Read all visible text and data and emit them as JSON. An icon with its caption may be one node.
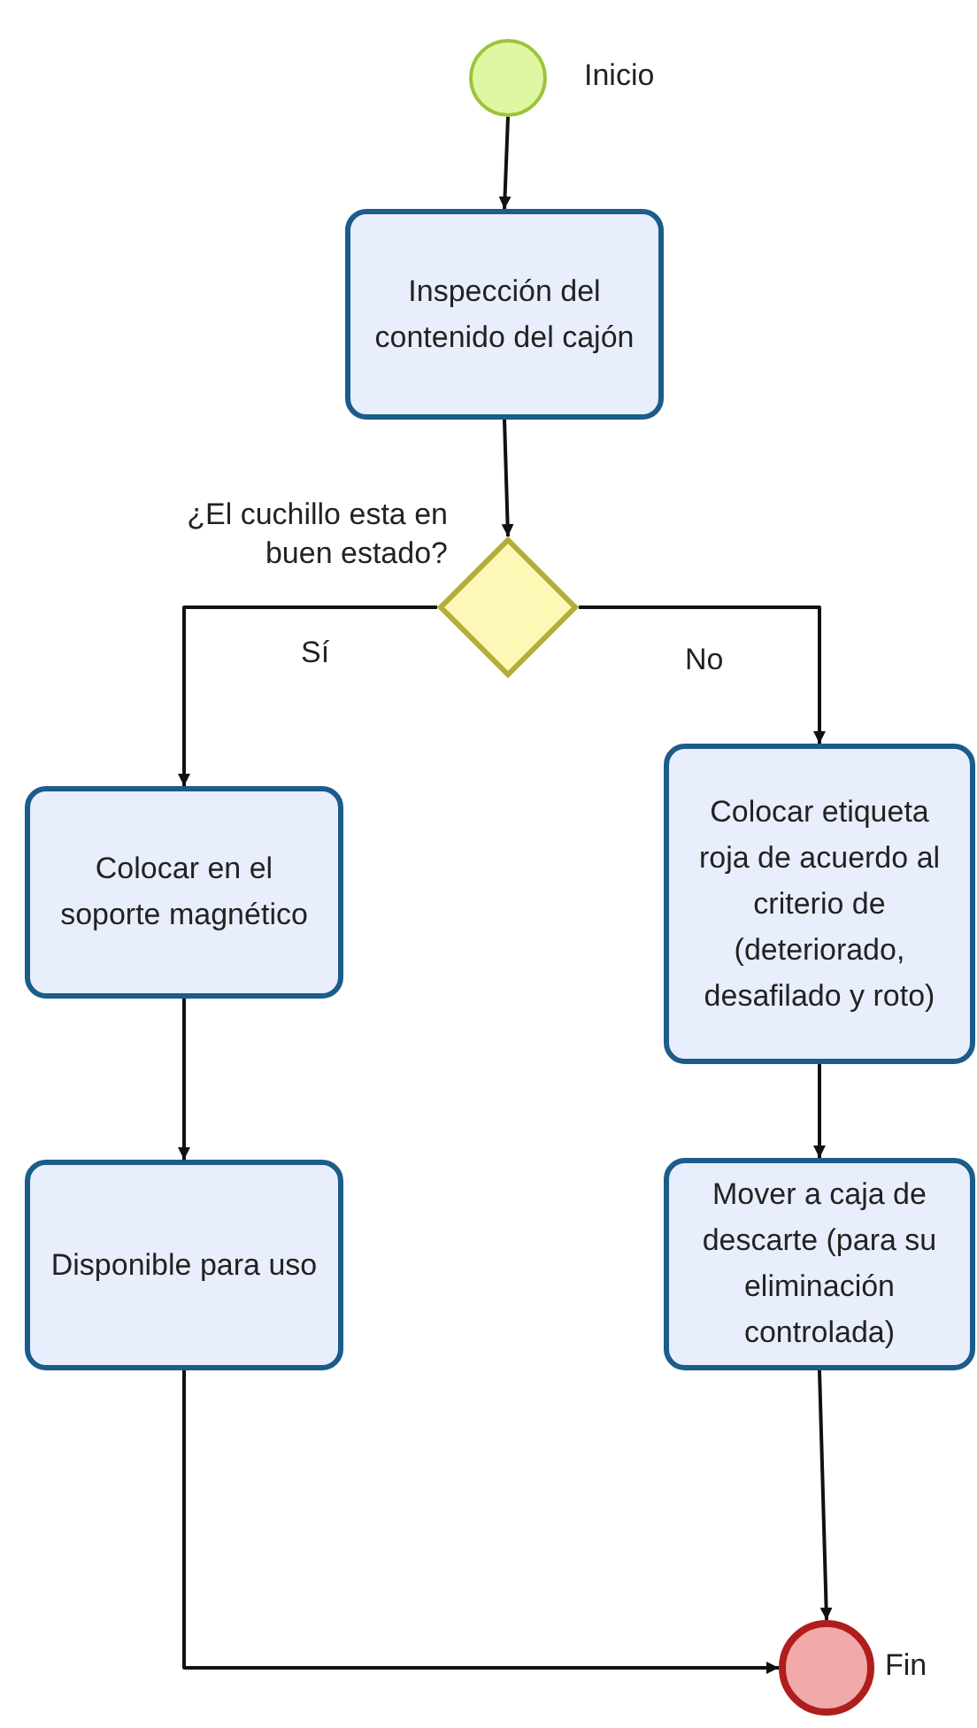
{
  "diagram": {
    "nodes": [
      {
        "text": [],
        "shape": "circle",
        "beside": [
          "Inicio"
        ]
      },
      {
        "text": [
          "Inspección del contenido del cajón"
        ]
      },
      {
        "text": [],
        "shape": "diamond",
        "beside": [
          "¿El cuchillo esta en buen estado?"
        ]
      },
      {
        "text": [
          "Colocar en el soporte magnético"
        ]
      },
      {
        "text": [
          "Colocar etiqueta roja de acuerdo al criterio de (deteriorado, desafilado y roto)"
        ]
      },
      {
        "text": [
          "Disponible para uso"
        ]
      },
      {
        "text": [
          "Mover a caja de descarte (para su eliminación controlada)"
        ]
      },
      {
        "text": [],
        "shape": "circle",
        "beside": [
          "Fin"
        ]
      }
    ],
    "edges": [
      {
        "from": 0,
        "to": 1,
        "arrow": "to"
      },
      {
        "from": 1,
        "to": 2,
        "arrow": "to"
      },
      {
        "from": 2,
        "to": 3,
        "arrow": "to",
        "label": "Sí"
      },
      {
        "from": 2,
        "to": 4,
        "arrow": "to",
        "label": "No"
      },
      {
        "from": 3,
        "to": 5,
        "arrow": "to"
      },
      {
        "from": 4,
        "to": 6,
        "arrow": "to"
      },
      {
        "from": 6,
        "to": 7,
        "arrow": "to"
      },
      {
        "from": 5,
        "to": 7,
        "arrow": "to"
      }
    ]
  }
}
